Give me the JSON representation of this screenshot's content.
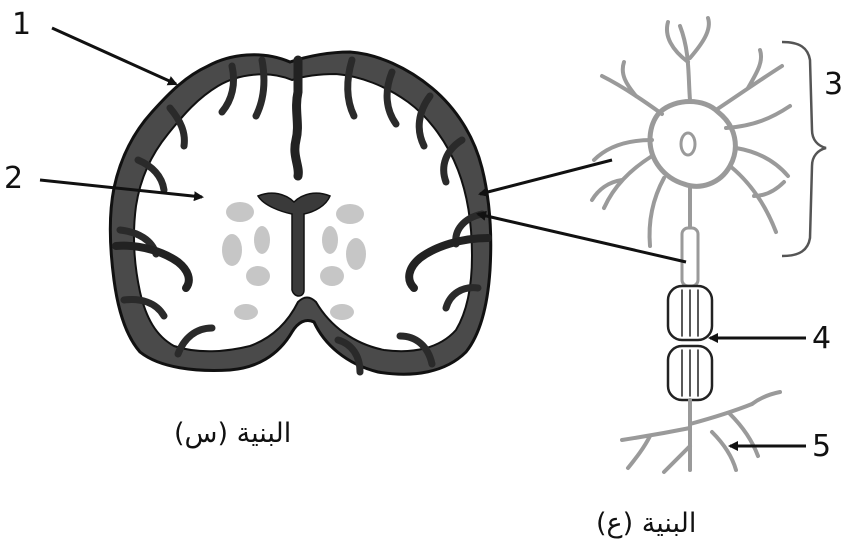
{
  "labels": {
    "n1": "1",
    "n2": "2",
    "n3": "3",
    "n4": "4",
    "n5": "5"
  },
  "captions": {
    "brain": "البنية (س)",
    "neuron": "البنية (ع)"
  },
  "colors": {
    "cortex": "#444444",
    "outline": "#111111",
    "neuron_stroke": "#9a9a9a",
    "arrow": "#111111"
  }
}
